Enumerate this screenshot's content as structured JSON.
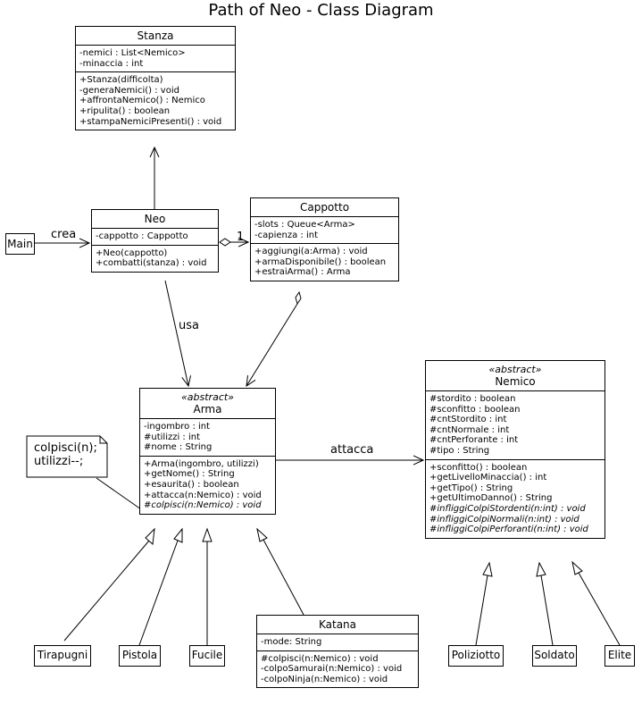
{
  "title": "Path of Neo - Class Diagram",
  "classes": {
    "stanza": {
      "name": "Stanza",
      "attributes": [
        "-nemici : List<Nemico>",
        "-minaccia : int"
      ],
      "methods": [
        "+Stanza(difficolta)",
        "-generaNemici() : void",
        "+affrontaNemico() : Nemico",
        "+ripulita() : boolean",
        "+stampaNemiciPresenti() : void"
      ]
    },
    "neo": {
      "name": "Neo",
      "attributes": [
        "-cappotto : Cappotto"
      ],
      "methods": [
        "+Neo(cappotto)",
        "+combatti(stanza) : void"
      ]
    },
    "cappotto": {
      "name": "Cappotto",
      "attributes": [
        "-slots : Queue<Arma>",
        "-capienza : int"
      ],
      "methods": [
        "+aggiungi(a:Arma) : void",
        "+armaDisponibile() : boolean",
        "+estraiArma() : Arma"
      ]
    },
    "arma": {
      "stereotype": "«abstract»",
      "name": "Arma",
      "attributes": [
        "-ingombro : int",
        "#utilizzi : int",
        "#nome : String"
      ],
      "methods": [
        "+Arma(ingombro, utilizzi)",
        "+getNome() : String",
        "+esaurita() : boolean",
        "+attacca(n:Nemico) : void",
        "#colpisci(n:Nemico) : void"
      ]
    },
    "nemico": {
      "stereotype": "«abstract»",
      "name": "Nemico",
      "attributes": [
        "#stordito : boolean",
        "#sconfitto : boolean",
        "#cntStordito : int",
        "#cntNormale : int",
        "#cntPerforante : int",
        "#tipo : String"
      ],
      "methods": [
        "+sconfitto() : boolean",
        "+getLivelloMinaccia() : int",
        "+getTipo() : String",
        "+getUltimoDanno() : String",
        "#infliggiColpiStordenti(n:int) : void",
        "#infliggiColpiNormali(n:int) : void",
        "#infliggiColpiPerforanti(n:int) : void"
      ]
    },
    "katana": {
      "name": "Katana",
      "attributes": [
        "-mode: String"
      ],
      "methods": [
        "#colpisci(n:Nemico) : void",
        "-colpoSamurai(n:Nemico) : void",
        "-colpoNinja(n:Nemico) : void"
      ]
    }
  },
  "simple_classes": {
    "main": "Main",
    "tirapugni": "Tirapugni",
    "pistola": "Pistola",
    "fucile": "Fucile",
    "poliziotto": "Poliziotto",
    "soldato": "Soldato",
    "elite": "Elite"
  },
  "note": [
    "colpisci(n);",
    "utilizzi--;"
  ],
  "labels": {
    "crea": "crea",
    "multiplicity": "1",
    "usa": "usa",
    "attacca": "attacca"
  }
}
